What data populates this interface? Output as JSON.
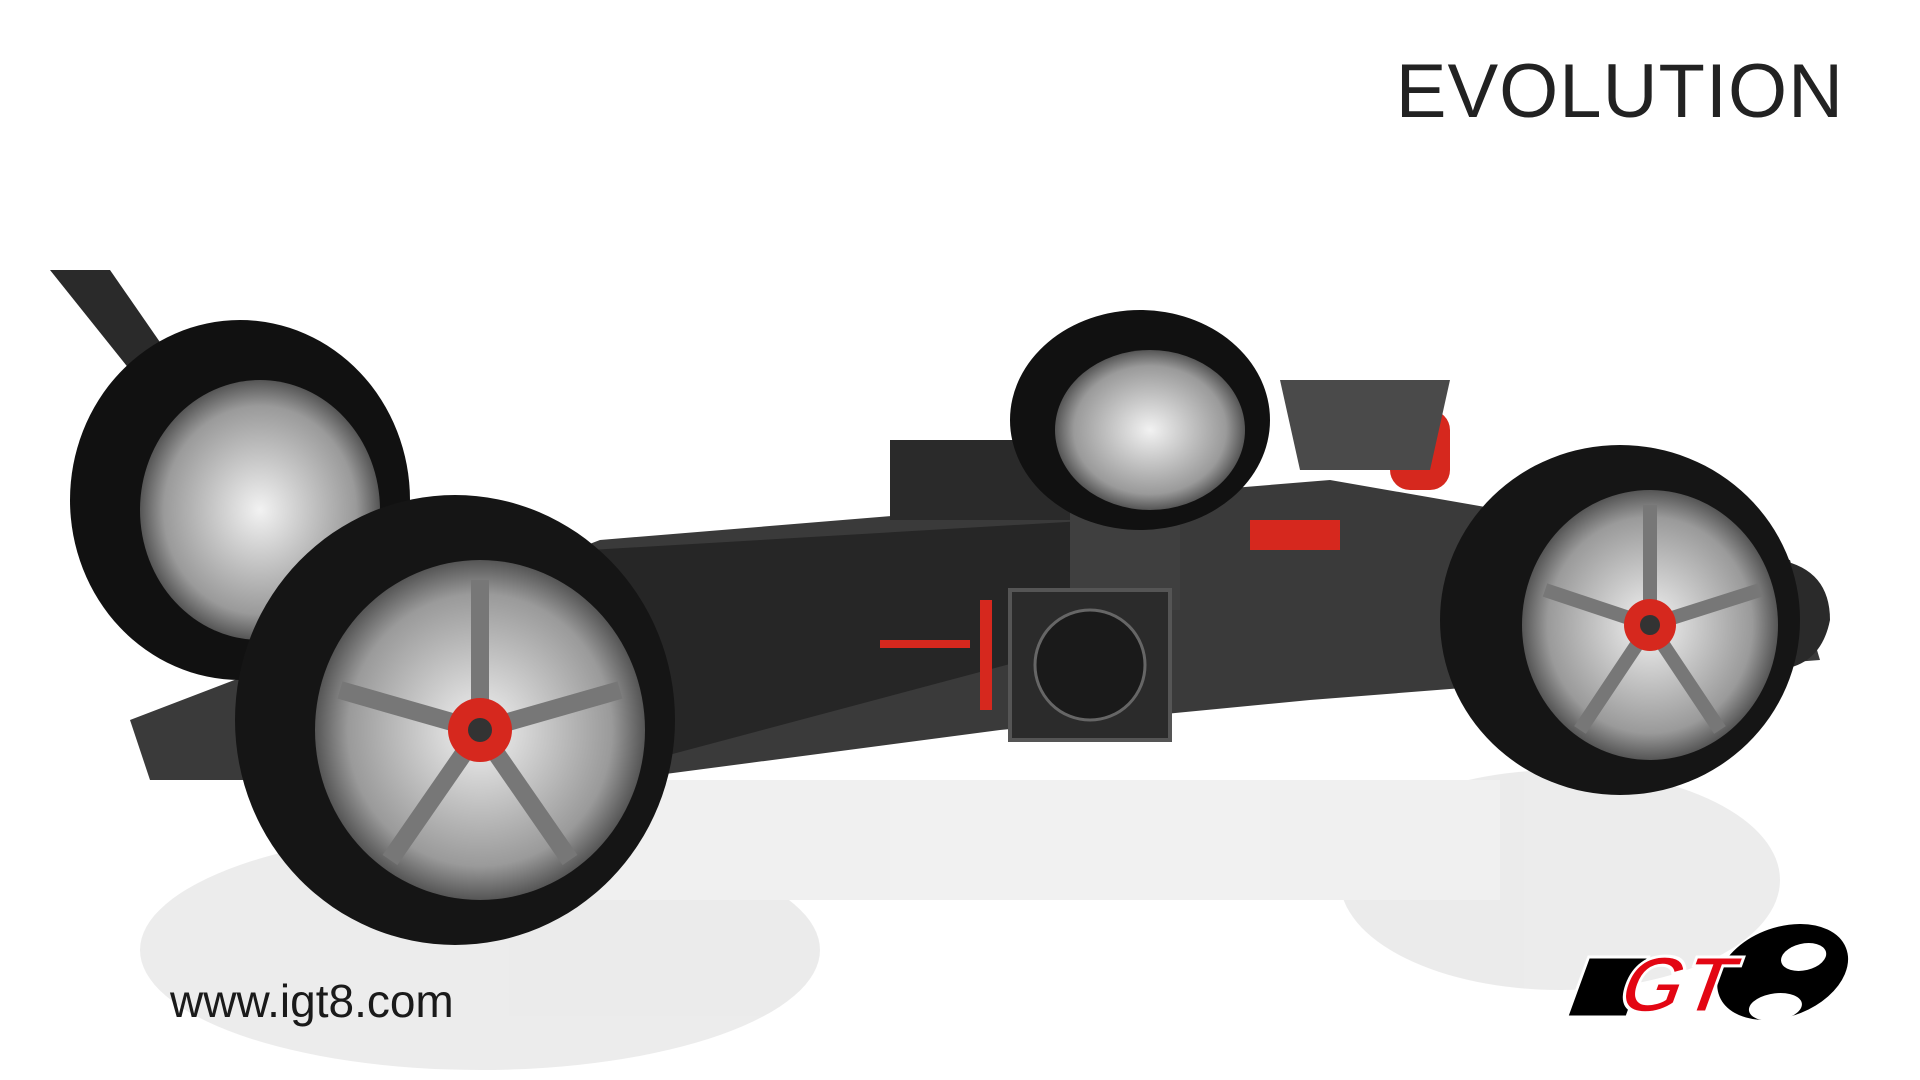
{
  "header": {
    "title": "EVOLUTION"
  },
  "footer": {
    "url": "www.igt8.com"
  },
  "logo": {
    "text": "IGT8",
    "colors": {
      "red": "#e30613",
      "black": "#000000"
    }
  },
  "scene": {
    "subject": "rc-car-chassis",
    "accent": "#d6281e",
    "carbon": "#2e2e2e"
  }
}
